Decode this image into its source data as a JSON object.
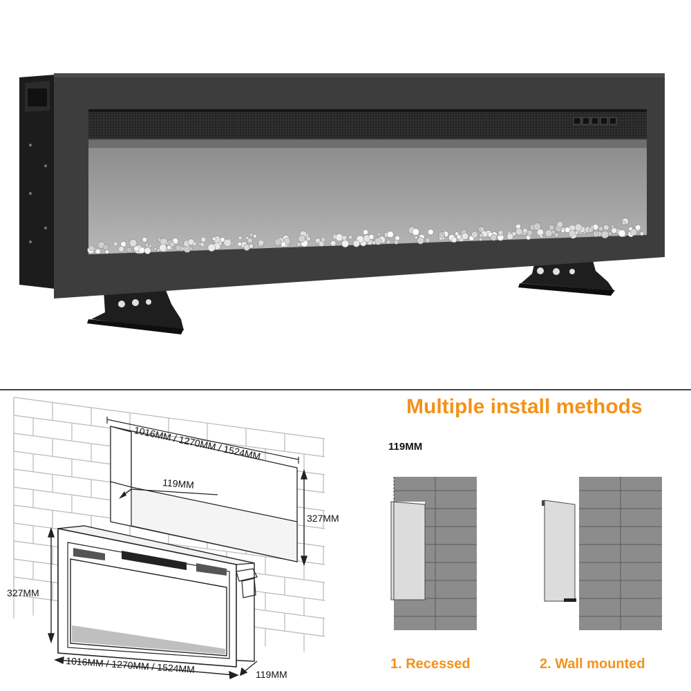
{
  "diagram": {
    "width_top": "1016MM / 1270MM / 1524MM",
    "depth_inner": "119MM",
    "height_right": "327MM",
    "height_left": "327MM",
    "width_bottom": "1016MM / 1270MM / 1524MM",
    "depth_bottom": "119MM"
  },
  "install": {
    "heading": "Multiple install methods",
    "depth_note": "119MM",
    "methods": [
      {
        "label": "1. Recessed"
      },
      {
        "label": "2. Wall mounted"
      }
    ]
  },
  "colors": {
    "accent": "#f29219",
    "wall_gray": "#8c8c8c",
    "unit_gray": "#dcdcdc"
  }
}
